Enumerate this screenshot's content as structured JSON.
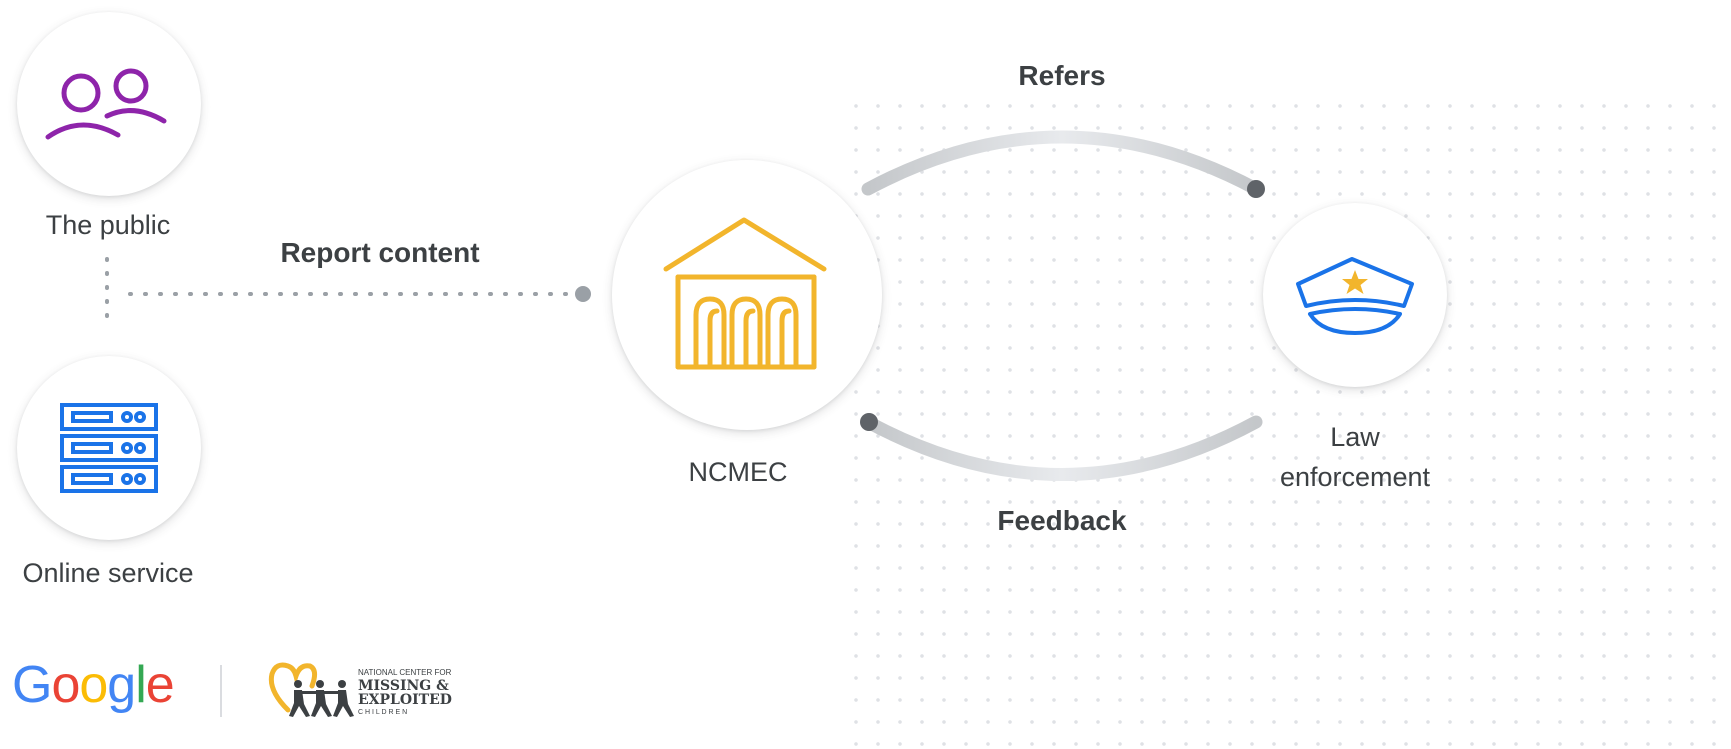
{
  "nodes": {
    "public": {
      "label": "The public"
    },
    "online_service": {
      "label": "Online service"
    },
    "ncmec": {
      "label": "NCMEC"
    },
    "law": {
      "label_line1": "Law",
      "label_line2": "enforcement"
    }
  },
  "edges": {
    "report": "Report content",
    "refers": "Refers",
    "feedback": "Feedback"
  },
  "logos": {
    "google": [
      "G",
      "o",
      "o",
      "g",
      "l",
      "e"
    ],
    "google_colors": [
      "#4285F4",
      "#EA4335",
      "#FBBC05",
      "#4285F4",
      "#34A853",
      "#EA4335"
    ],
    "ncmec_small": "NATIONAL CENTER FOR",
    "ncmec_main1": "MISSING &",
    "ncmec_main2": "EXPLOITED",
    "ncmec_children": "C H I L D R E N"
  },
  "colors": {
    "public_icon": "#8e24aa",
    "server_icon": "#1a73e8",
    "ncmec_icon": "#f2b52c",
    "police_icon": "#1a73e8",
    "star": "#f2b52c",
    "connector": "#bdc1c6",
    "endpoint": "#5f6368"
  }
}
